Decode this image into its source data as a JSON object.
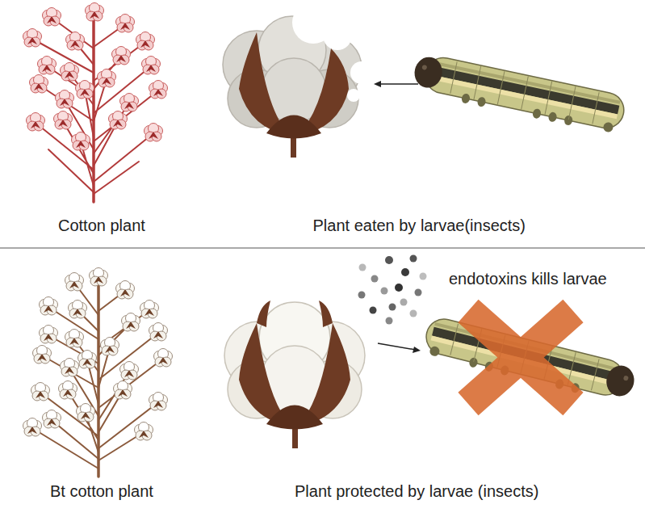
{
  "diagram": {
    "labels": [
      "Cotton plant",
      "Plant eaten by larvae(insects)",
      "endotoxins kills larvae",
      "Bt cotton plant",
      "Plant protected by larvae (insects)"
    ]
  }
}
